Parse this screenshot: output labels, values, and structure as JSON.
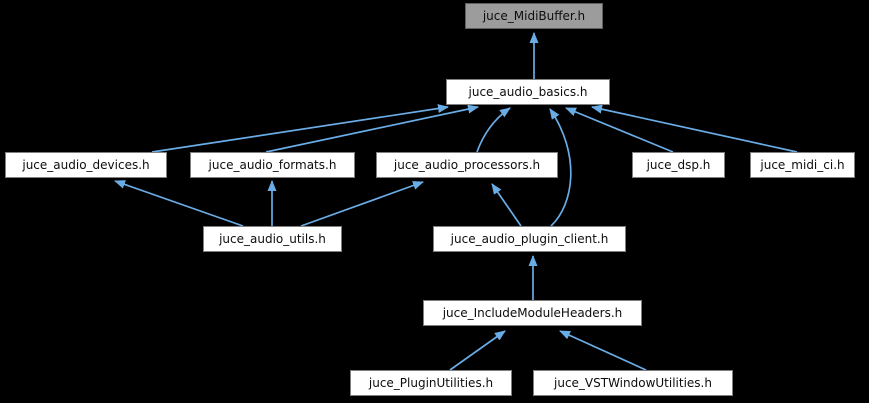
{
  "graph": {
    "kind": "include-dependency-graph",
    "colors": {
      "background": "#000000",
      "edge": "#6aade6",
      "node_fill": "#ffffff",
      "node_border": "#7f7f7f",
      "selected_fill": "#9c9c9c",
      "selected_border": "#5f5f5f",
      "text": "#0d0d0d"
    },
    "nodes": [
      {
        "id": "juce_MidiBuffer",
        "label": "juce_MidiBuffer.h",
        "selected": true
      },
      {
        "id": "juce_audio_basics",
        "label": "juce_audio_basics.h",
        "selected": false
      },
      {
        "id": "juce_audio_devices",
        "label": "juce_audio_devices.h",
        "selected": false
      },
      {
        "id": "juce_audio_formats",
        "label": "juce_audio_formats.h",
        "selected": false
      },
      {
        "id": "juce_audio_processors",
        "label": "juce_audio_processors.h",
        "selected": false
      },
      {
        "id": "juce_dsp",
        "label": "juce_dsp.h",
        "selected": false
      },
      {
        "id": "juce_midi_ci",
        "label": "juce_midi_ci.h",
        "selected": false
      },
      {
        "id": "juce_audio_utils",
        "label": "juce_audio_utils.h",
        "selected": false
      },
      {
        "id": "juce_audio_plugin_client",
        "label": "juce_audio_plugin_client.h",
        "selected": false
      },
      {
        "id": "juce_IncludeModuleHeaders",
        "label": "juce_IncludeModuleHeaders.h",
        "selected": false
      },
      {
        "id": "juce_PluginUtilities",
        "label": "juce_PluginUtilities.h",
        "selected": false
      },
      {
        "id": "juce_VSTWindowUtilities",
        "label": "juce_VSTWindowUtilities.h",
        "selected": false
      }
    ],
    "edges": [
      {
        "from": "juce_audio_basics",
        "to": "juce_MidiBuffer"
      },
      {
        "from": "juce_audio_devices",
        "to": "juce_audio_basics"
      },
      {
        "from": "juce_audio_formats",
        "to": "juce_audio_basics"
      },
      {
        "from": "juce_audio_processors",
        "to": "juce_audio_basics"
      },
      {
        "from": "juce_dsp",
        "to": "juce_audio_basics"
      },
      {
        "from": "juce_midi_ci",
        "to": "juce_audio_basics"
      },
      {
        "from": "juce_audio_plugin_client",
        "to": "juce_audio_basics"
      },
      {
        "from": "juce_audio_utils",
        "to": "juce_audio_devices"
      },
      {
        "from": "juce_audio_utils",
        "to": "juce_audio_formats"
      },
      {
        "from": "juce_audio_utils",
        "to": "juce_audio_processors"
      },
      {
        "from": "juce_audio_plugin_client",
        "to": "juce_audio_processors"
      },
      {
        "from": "juce_IncludeModuleHeaders",
        "to": "juce_audio_plugin_client"
      },
      {
        "from": "juce_PluginUtilities",
        "to": "juce_IncludeModuleHeaders"
      },
      {
        "from": "juce_VSTWindowUtilities",
        "to": "juce_IncludeModuleHeaders"
      }
    ]
  }
}
